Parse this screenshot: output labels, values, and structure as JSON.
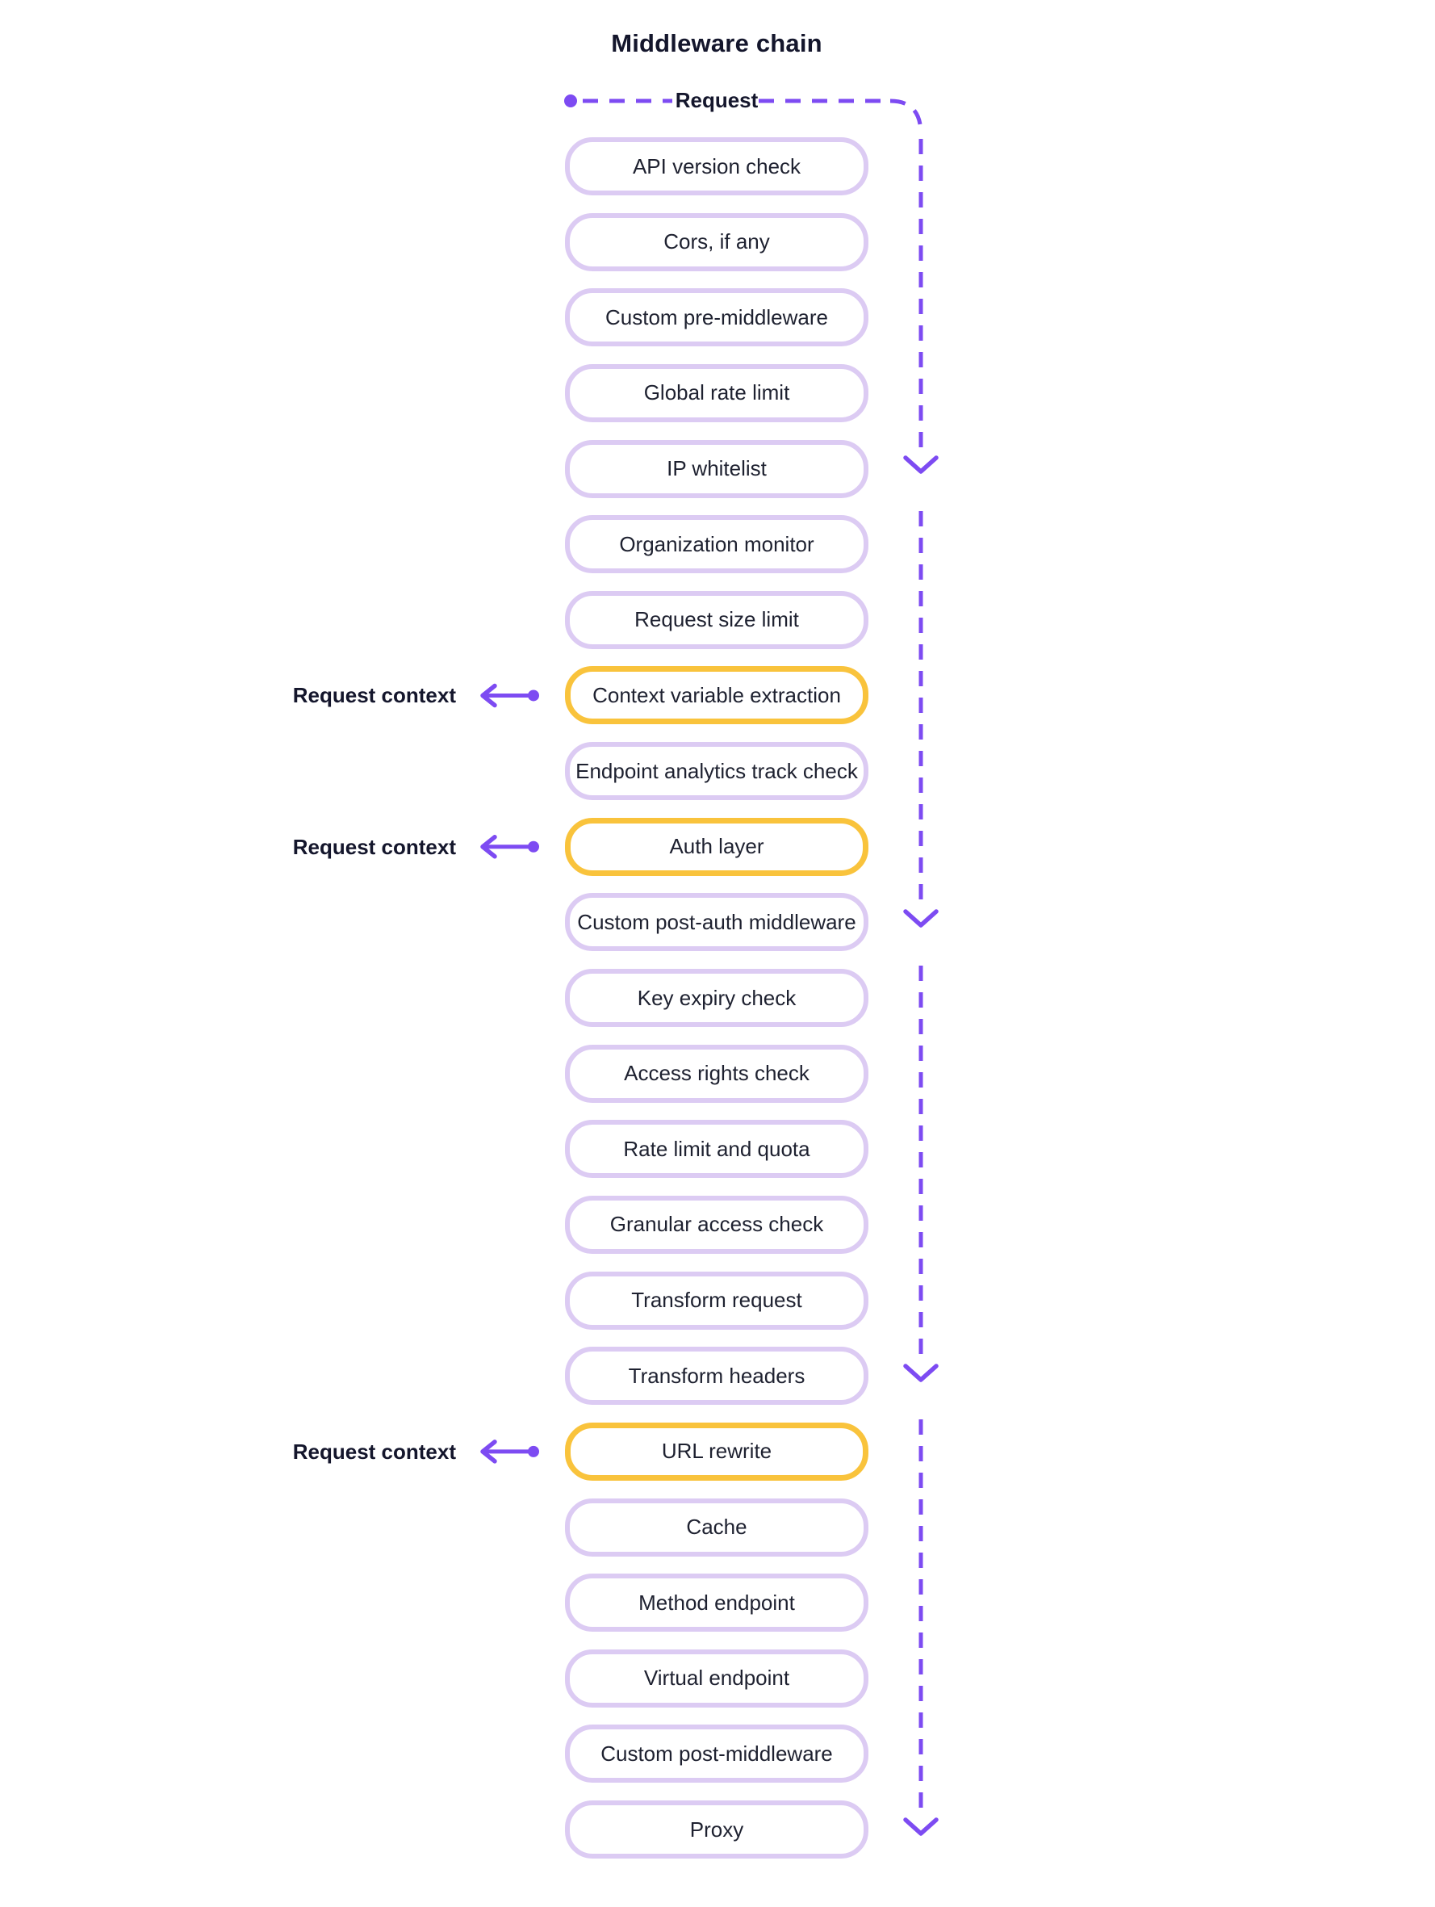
{
  "title": "Middleware chain",
  "labels": {
    "request": "Request",
    "request_context": "Request context"
  },
  "colors": {
    "purple": "#7D4BF2",
    "box_border": "#DCCBF3",
    "highlight_border": "#F9C33C",
    "text": "#1E2130",
    "label_text": "#14162C"
  },
  "boxes": [
    {
      "label": "API version check",
      "highlight": false,
      "context": false
    },
    {
      "label": "Cors, if any",
      "highlight": false,
      "context": false
    },
    {
      "label": "Custom pre-middleware",
      "highlight": false,
      "context": false
    },
    {
      "label": "Global rate limit",
      "highlight": false,
      "context": false
    },
    {
      "label": "IP whitelist",
      "highlight": false,
      "context": false
    },
    {
      "label": "Organization monitor",
      "highlight": false,
      "context": false
    },
    {
      "label": "Request size limit",
      "highlight": false,
      "context": false
    },
    {
      "label": "Context variable extraction",
      "highlight": true,
      "context": true
    },
    {
      "label": "Endpoint analytics track check",
      "highlight": false,
      "context": false
    },
    {
      "label": "Auth layer",
      "highlight": true,
      "context": true
    },
    {
      "label": "Custom post-auth middleware",
      "highlight": false,
      "context": false
    },
    {
      "label": "Key expiry check",
      "highlight": false,
      "context": false
    },
    {
      "label": "Access rights check",
      "highlight": false,
      "context": false
    },
    {
      "label": "Rate limit and quota",
      "highlight": false,
      "context": false
    },
    {
      "label": "Granular access check",
      "highlight": false,
      "context": false
    },
    {
      "label": "Transform request",
      "highlight": false,
      "context": false
    },
    {
      "label": "Transform headers",
      "highlight": false,
      "context": false
    },
    {
      "label": "URL rewrite",
      "highlight": true,
      "context": true
    },
    {
      "label": "Cache",
      "highlight": false,
      "context": false
    },
    {
      "label": "Method endpoint",
      "highlight": false,
      "context": false
    },
    {
      "label": "Virtual endpoint",
      "highlight": false,
      "context": false
    },
    {
      "label": "Custom post-middleware",
      "highlight": false,
      "context": false
    },
    {
      "label": "Proxy",
      "highlight": false,
      "context": false
    }
  ],
  "connector": {
    "direction": "top-to-bottom",
    "down_arrow_after_rows": [
      5,
      11,
      17,
      23
    ]
  }
}
